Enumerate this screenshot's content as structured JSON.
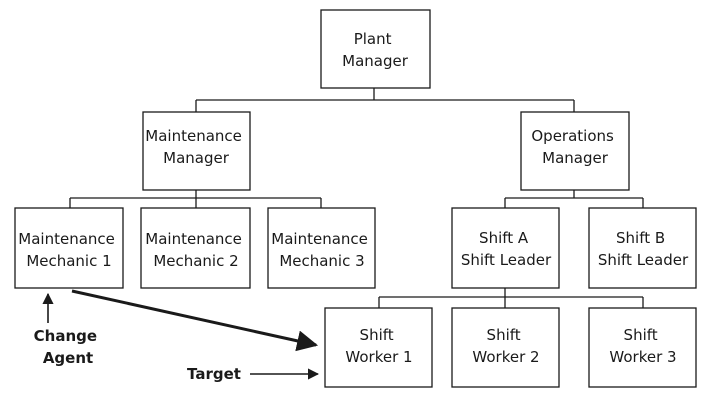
{
  "nodes": {
    "plant_manager": [
      "Plant",
      "Manager"
    ],
    "maintenance_manager": [
      "Maintenance",
      "Manager"
    ],
    "operations_manager": [
      "Operations",
      "Manager"
    ],
    "maintenance_mechanic_1": [
      "Maintenance",
      "Mechanic 1"
    ],
    "maintenance_mechanic_2": [
      "Maintenance",
      "Mechanic 2"
    ],
    "maintenance_mechanic_3": [
      "Maintenance",
      "Mechanic 3"
    ],
    "shift_a_leader": [
      "Shift A",
      "Shift Leader"
    ],
    "shift_b_leader": [
      "Shift B",
      "Shift Leader"
    ],
    "shift_worker_1": [
      "Shift",
      "Worker 1"
    ],
    "shift_worker_2": [
      "Shift",
      "Worker 2"
    ],
    "shift_worker_3": [
      "Shift",
      "Worker 3"
    ]
  },
  "annotations": {
    "change_agent": [
      "Change",
      "Agent"
    ],
    "target": "Target"
  }
}
